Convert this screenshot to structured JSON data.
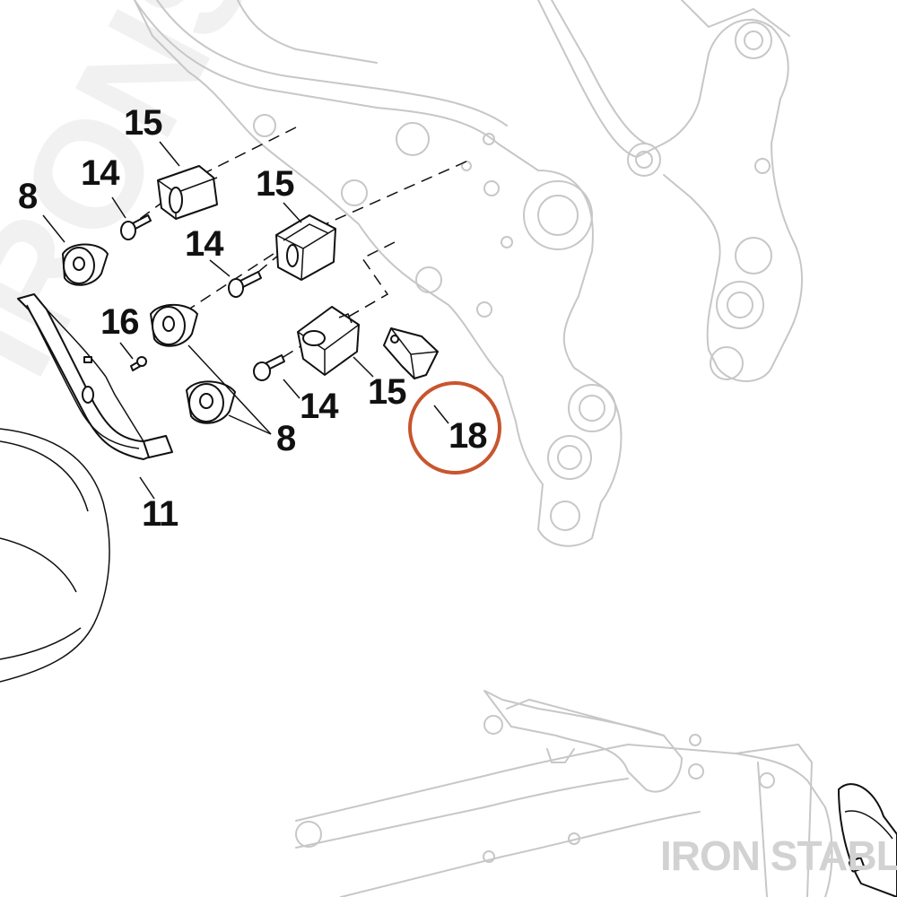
{
  "watermark": "IRON STABLE",
  "callouts": {
    "c15a": "15",
    "c14a": "14",
    "c8a": "8",
    "c15b": "15",
    "c14b": "14",
    "c16": "16",
    "c14c": "14",
    "c15c": "15",
    "c8b": "8",
    "c11": "11",
    "c18": "18"
  },
  "highlight": {
    "part": "18",
    "color": "#c8552e"
  }
}
